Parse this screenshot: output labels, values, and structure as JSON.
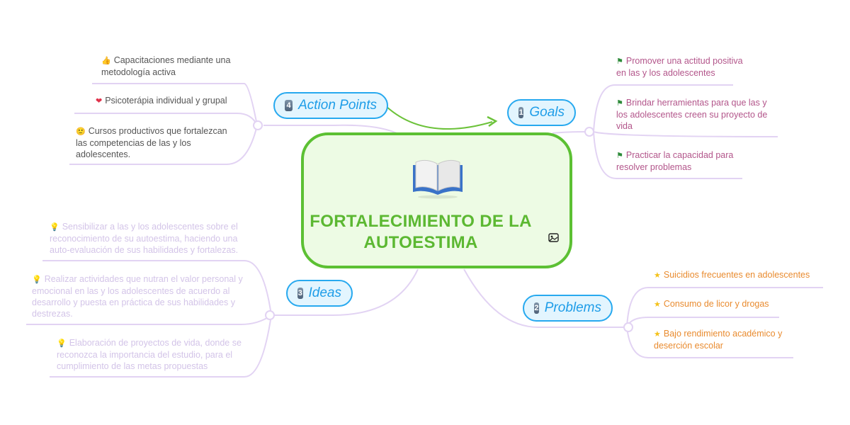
{
  "central": {
    "title": "FORTALECIMIENTO DE LA AUTOESTIMA",
    "icon": "open-book-icon",
    "attachment_icon": "image-icon",
    "border_color": "#5cc033",
    "text_color": "#5cb832"
  },
  "topics": {
    "goals": {
      "number": "1",
      "label": "Goals",
      "items": [
        {
          "icon": "green-flag-icon",
          "text": "Promover una actitud positiva en las y los adolescentes"
        },
        {
          "icon": "green-flag-icon",
          "text": "Brindar herramientas para que las y los adolescentes creen su proyecto de vida"
        },
        {
          "icon": "green-flag-icon",
          "text": "Practicar la capacidad para resolver problemas"
        }
      ]
    },
    "problems": {
      "number": "2",
      "label": "Problems",
      "items": [
        {
          "icon": "star-icon",
          "text": "Suicidios frecuentes en adolescentes"
        },
        {
          "icon": "star-icon",
          "text": "Consumo de licor y drogas"
        },
        {
          "icon": "star-icon",
          "text": "Bajo rendimiento académico y deserción escolar"
        }
      ]
    },
    "ideas": {
      "number": "3",
      "label": "Ideas",
      "items": [
        {
          "icon": "lightbulb-icon",
          "text": "Sensibilizar a las y los adolescentes sobre el reconocimiento de su autoestima, haciendo una auto-evaluación de sus habilidades y fortalezas."
        },
        {
          "icon": "lightbulb-icon",
          "text": "Realizar actividades que nutran el valor personal y emocional en las y los adolescentes de acuerdo al desarrollo y puesta en práctica de sus habilidades y destrezas."
        },
        {
          "icon": "lightbulb-icon",
          "text": "Elaboración de proyectos de vida, donde se reconozca la importancia del estudio, para el cumplimiento de las metas propuestas"
        }
      ]
    },
    "action_points": {
      "number": "4",
      "label": "Action Points",
      "items": [
        {
          "icon": "thumbs-up-icon",
          "text": "Capacitaciones mediante una metodología activa"
        },
        {
          "icon": "heart-icon",
          "text": "Psicoterápia individual y grupal"
        },
        {
          "icon": "smiley-icon",
          "text": "Cursos productivos que fortalezcan las competencias de las y los adolescentes."
        }
      ]
    }
  },
  "colors": {
    "topic_border": "#27a9ef",
    "topic_fill": "#e3f5fe",
    "branch_line": "#e2d3f3",
    "relation_arrow": "#6cc23a",
    "goal_text": "#b3568b",
    "problem_text": "#e98b2f",
    "action_text": "#555555",
    "idea_text": "#d3c4e8"
  }
}
